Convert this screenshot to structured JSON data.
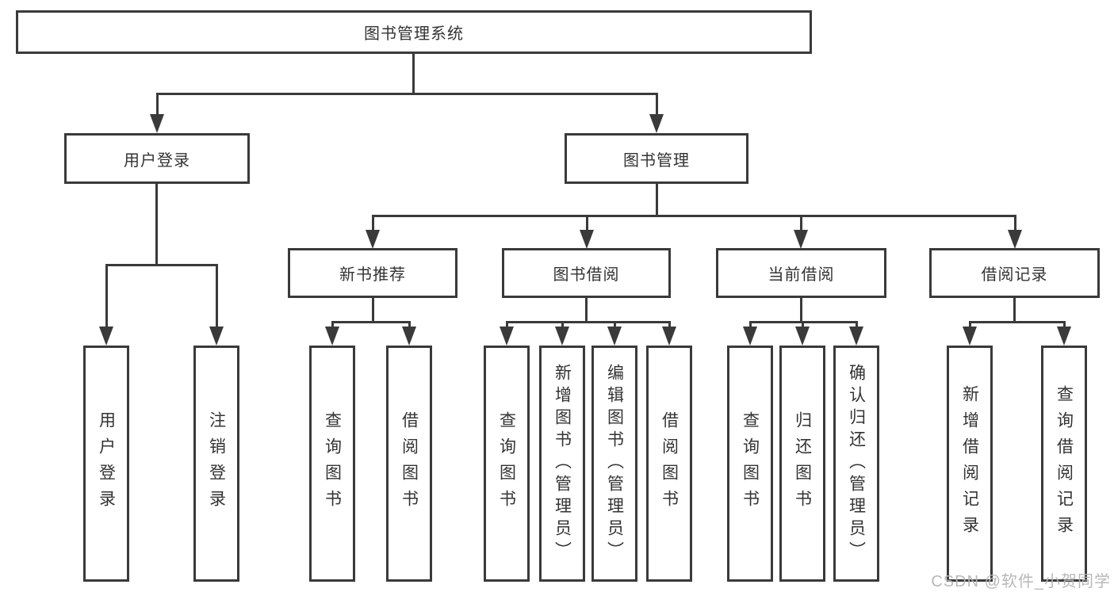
{
  "diagram": {
    "root": {
      "label": "图书管理系统"
    },
    "level2": [
      {
        "label": "用户登录"
      },
      {
        "label": "图书管理"
      }
    ],
    "level3": [
      {
        "label": "新书推荐"
      },
      {
        "label": "图书借阅"
      },
      {
        "label": "当前借阅"
      },
      {
        "label": "借阅记录"
      }
    ],
    "leaves": {
      "user_login": [
        {
          "label": "用户登录"
        },
        {
          "label": "注销登录"
        }
      ],
      "new_book": [
        {
          "label": "查询图书"
        },
        {
          "label": "借阅图书"
        }
      ],
      "book_borrow": [
        {
          "label": "查询图书"
        },
        {
          "label": "新增图书（管理员）"
        },
        {
          "label": "编辑图书（管理员）"
        },
        {
          "label": "借阅图书"
        }
      ],
      "current_borrow": [
        {
          "label": "查询图书"
        },
        {
          "label": "归还图书"
        },
        {
          "label": "确认归还（管理员）"
        }
      ],
      "borrow_record": [
        {
          "label": "新增借阅记录"
        },
        {
          "label": "查询借阅记录"
        }
      ]
    },
    "watermark": {
      "text": "CSDN @软件_小贺同学"
    },
    "colors": {
      "line": "#3a3a3a",
      "text": "#333333",
      "background": "#ffffff",
      "watermark": "#b5b5b5"
    }
  }
}
